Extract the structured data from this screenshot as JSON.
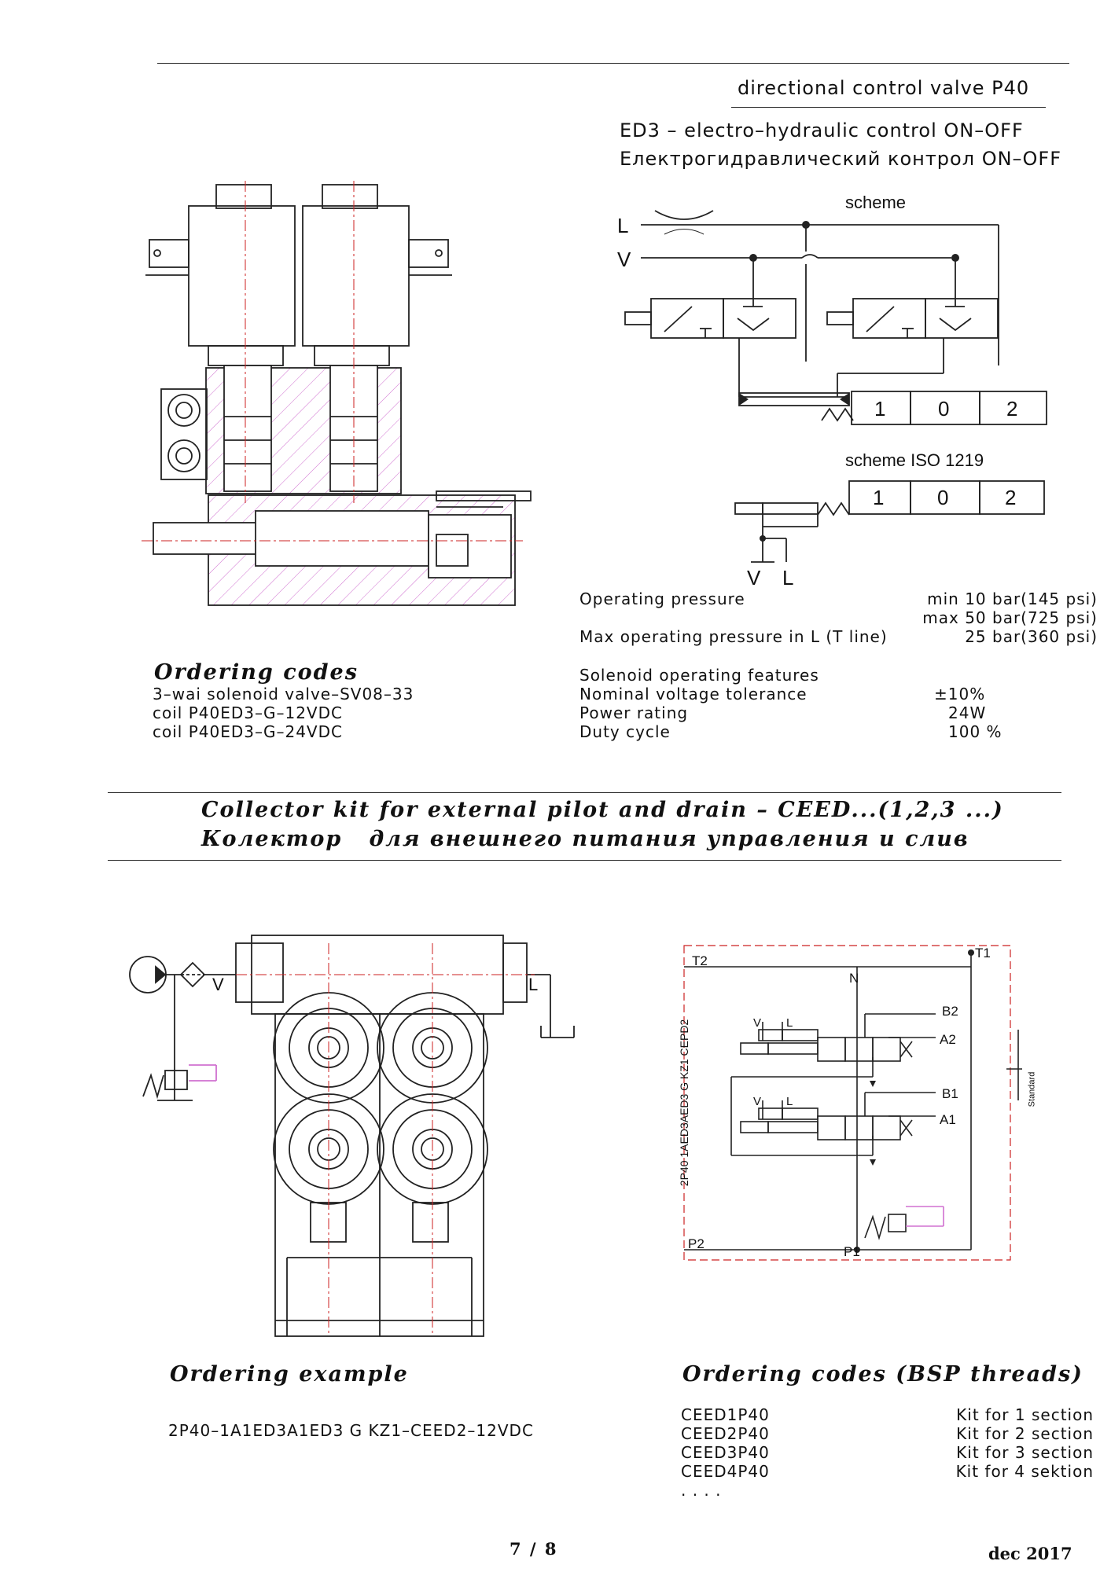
{
  "header": {
    "title": "directional control valve P40",
    "subtitle_en": "ED3 – electro–hydraulic control ON–OFF",
    "subtitle_ru": "Електрогидравлический контрол ON–OFF"
  },
  "scheme": {
    "label": "scheme",
    "port_L": "L",
    "port_V": "V",
    "pos1": "1",
    "pos0": "0",
    "pos2": "2"
  },
  "scheme_iso": {
    "label": "scheme ISO 1219",
    "pos1": "1",
    "pos0": "0",
    "pos2": "2",
    "port_V": "V",
    "port_L": "L"
  },
  "specs": {
    "operating_pressure_label": "Operating pressure",
    "operating_pressure_min": "min 10 bar(145 psi)",
    "operating_pressure_max": "max 50 bar(725 psi)",
    "max_pressure_L_label": "Max operating pressure in L (T line)",
    "max_pressure_L_value": "25 bar(360 psi)",
    "solenoid_title": "Solenoid operating features",
    "rows": [
      {
        "label": "Nominal voltage tolerance",
        "value": "±10%"
      },
      {
        "label": "Power rating",
        "value": "24W"
      },
      {
        "label": "Duty cycle",
        "value": "100 %"
      }
    ]
  },
  "ordering_codes_top": {
    "title": "Ordering codes",
    "items": [
      "3–wai solenoid valve–SV08–33",
      "coil P40ED3–G–12VDC",
      "coil P40ED3–G–24VDC"
    ]
  },
  "collector": {
    "title_en": "Collector kit for external pilot and drain – CEED...(1,2,3 ...)",
    "title_ru": "Колектор   для внешнего питания управления и слив"
  },
  "left_diagram": {
    "port_V": "V",
    "port_L": "L"
  },
  "right_diagram": {
    "T2": "T2",
    "T1": "T1",
    "N": "N",
    "B2": "B2",
    "A2": "A2",
    "B1": "B1",
    "A1": "A1",
    "P2": "P2",
    "P1": "P1",
    "V_top": "V",
    "L_top": "L",
    "V_bot": "V",
    "L_bot": "L",
    "side_code": "2P40 1AED3AED3 G KZ1 CEPD2",
    "standard": "Standard"
  },
  "ordering_example": {
    "title": "Ordering example",
    "code": "2P40–1A1ED3A1ED3 G KZ1–CEED2–12VDC"
  },
  "ordering_codes_bsp": {
    "title": "Ordering codes (BSP threads)",
    "items": [
      {
        "code": "CEED1P40",
        "desc": "Kit for 1 section"
      },
      {
        "code": "CEED2P40",
        "desc": "Kit for 2 section"
      },
      {
        "code": "CEED3P40",
        "desc": "Kit for 3 section"
      },
      {
        "code": "CEED4P40",
        "desc": "Kit for 4 sektion"
      }
    ],
    "more": ". . . ."
  },
  "footer": {
    "page": "7 / 8",
    "date": "dec 2017"
  },
  "colors": {
    "line": "#222222",
    "hatch": "#d070d0",
    "centerline": "#cc2222"
  }
}
